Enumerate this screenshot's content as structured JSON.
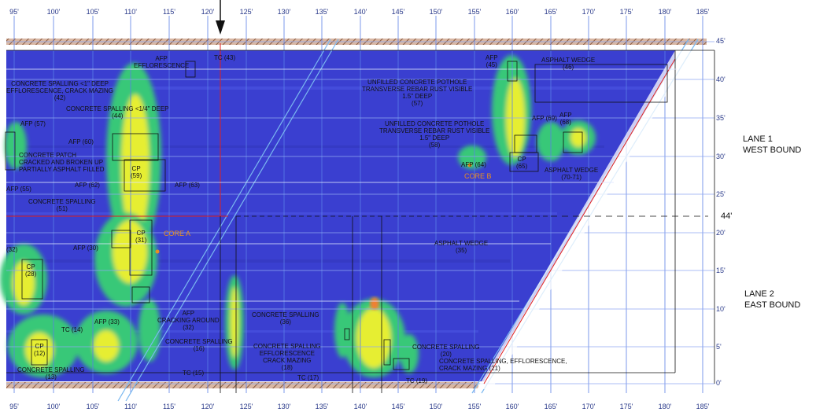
{
  "x_ticks": [
    "95'",
    "100'",
    "105'",
    "110'",
    "115'",
    "120'",
    "125'",
    "130'",
    "135'",
    "140'",
    "145'",
    "150'",
    "155'",
    "160'",
    "165'",
    "170'",
    "175'",
    "180'",
    "185'"
  ],
  "y_ticks": [
    "45'",
    "40'",
    "35'",
    "30'",
    "25'",
    "20'",
    "15'",
    "10'",
    "5'",
    "0'"
  ],
  "width_label": "44'",
  "lanes": {
    "lane1": "LANE 1\nWEST BOUND",
    "lane2": "LANE 2\nEAST BOUND"
  },
  "cores": {
    "a": "CORE A",
    "b": "CORE B"
  },
  "annotations": [
    {
      "id": "tc43",
      "text": "TC (43)"
    },
    {
      "id": "afp-eff",
      "text": "AFP\nEFFLORESCENCE"
    },
    {
      "id": "cs-2deep",
      "text": "CONCRETE SPALLING <1\" DEEP\nEFFLORESCENCE, CRACK MAZING\n(42)"
    },
    {
      "id": "cs-14",
      "text": "CONCRETE SPALLING <1/4\" DEEP\n(44)"
    },
    {
      "id": "afp57",
      "text": "AFP (57)"
    },
    {
      "id": "afp60",
      "text": "AFP (60)"
    },
    {
      "id": "cpatch",
      "text": "CONCRETE PATCH\nCRACKED AND BROKEN UP\nPARTIALLY ASPHALT FILLED"
    },
    {
      "id": "afp55",
      "text": "AFP (55)"
    },
    {
      "id": "afp62",
      "text": "AFP (62)"
    },
    {
      "id": "cp59",
      "text": "CP\n(59)"
    },
    {
      "id": "afp63",
      "text": "AFP (63)"
    },
    {
      "id": "cs51",
      "text": "CONCRETE SPALLING\n(51)"
    },
    {
      "id": "afp30",
      "text": "AFP (30)"
    },
    {
      "id": "cp31",
      "text": "CP\n(31)"
    },
    {
      "id": "l32",
      "text": "(32)"
    },
    {
      "id": "cp28",
      "text": "CP\n(28)"
    },
    {
      "id": "afp33",
      "text": "AFP (33)"
    },
    {
      "id": "afpcrack",
      "text": "AFP\nCRACKING AROUND\n(32)"
    },
    {
      "id": "tc14",
      "text": "TC (14)"
    },
    {
      "id": "cs16",
      "text": "CONCRETE SPALLING\n(16)"
    },
    {
      "id": "cs36",
      "text": "CONCRETE SPALLING\n(36)"
    },
    {
      "id": "cp12",
      "text": "CP\n(12)"
    },
    {
      "id": "cs13",
      "text": "CONCRETE SPALLING\n(13)"
    },
    {
      "id": "tc15",
      "text": "TC (15)"
    },
    {
      "id": "cs-eff",
      "text": "CONCRETE SPALLING\nEFFLORESCENCE\nCRACK MAZING\n(18)"
    },
    {
      "id": "tc17",
      "text": "TC (17)"
    },
    {
      "id": "tc19",
      "text": "TC (19)"
    },
    {
      "id": "cs20",
      "text": "CONCRETE SPALLING\n(20)"
    },
    {
      "id": "cs21",
      "text": "CONCRETE SPALLING, EFFLORESCENCE,\nCRACK MAZING (21)"
    },
    {
      "id": "afp45",
      "text": "AFP\n(45)"
    },
    {
      "id": "aw46",
      "text": "ASPHALT WEDGE\n(46)"
    },
    {
      "id": "pot57",
      "text": "UNFILLED CONCRETE POTHOLE\nTRANSVERSE REBAR RUST VISIBLE\n1.5\" DEEP\n(57)"
    },
    {
      "id": "pot58",
      "text": "UNFILLED CONCRETE POTHOLE\nTRANSVERSE REBAR RUST VISIBLE\n1.5\" DEEP\n(58)"
    },
    {
      "id": "afp69",
      "text": "AFP (69)"
    },
    {
      "id": "afp68",
      "text": "AFP\n(68)"
    },
    {
      "id": "afp64",
      "text": "AFP (64)"
    },
    {
      "id": "cp65",
      "text": "CP\n(65)"
    },
    {
      "id": "aw70",
      "text": "ASPHALT WEDGE\n(70-71)"
    },
    {
      "id": "aw35",
      "text": "ASPHALT WEDGE\n(35)"
    }
  ],
  "colors": {
    "background_scan": "#3a3fd0",
    "grid": "#5b7fe6",
    "wedge": "#7ab8f0",
    "hatch": "#b0785a",
    "red_line": "#e02020",
    "text_blue": "#2a3a8a"
  }
}
